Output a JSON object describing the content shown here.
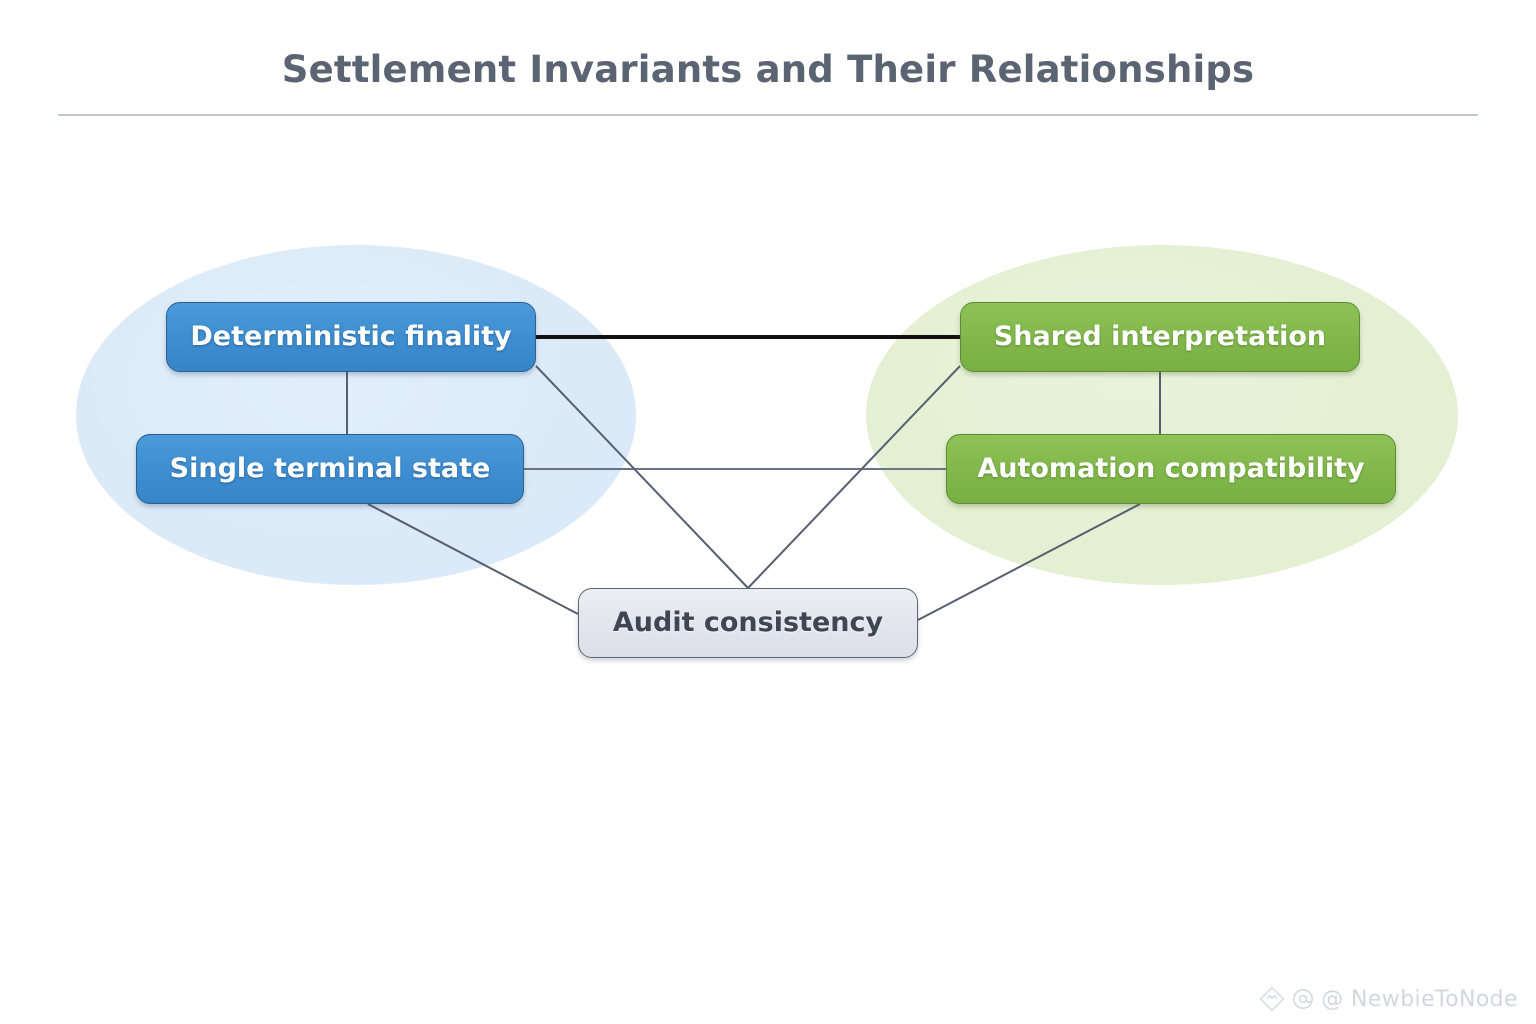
{
  "header": {
    "title": "Settlement Invariants and Their Relationships"
  },
  "clusters": [
    {
      "id": "settlement-cluster",
      "color": "#dceaf8"
    },
    {
      "id": "interoperability-cluster",
      "color": "#e4f0d3"
    }
  ],
  "nodes": [
    {
      "id": "deterministic-finality",
      "label": "Deterministic finality",
      "group": "blue",
      "color": "#3f8fd2"
    },
    {
      "id": "single-terminal-state",
      "label": "Single terminal state",
      "group": "blue",
      "color": "#3f8fd2"
    },
    {
      "id": "shared-interpretation",
      "label": "Shared interpretation",
      "group": "green",
      "color": "#83b94c"
    },
    {
      "id": "automation-compatibility",
      "label": "Automation compatibility",
      "group": "green",
      "color": "#83b94c"
    },
    {
      "id": "audit-consistency",
      "label": "Audit consistency",
      "group": "gray",
      "color": "#e3e6ee"
    }
  ],
  "edges": [
    {
      "from": "deterministic-finality",
      "to": "shared-interpretation",
      "style": "thick",
      "color": "#111111"
    },
    {
      "from": "deterministic-finality",
      "to": "single-terminal-state",
      "style": "thin",
      "color": "#555f70"
    },
    {
      "from": "shared-interpretation",
      "to": "automation-compatibility",
      "style": "thin",
      "color": "#555f70"
    },
    {
      "from": "single-terminal-state",
      "to": "automation-compatibility",
      "style": "thin",
      "color": "#6a7482"
    },
    {
      "from": "deterministic-finality",
      "to": "audit-consistency",
      "style": "thin",
      "color": "#555f70"
    },
    {
      "from": "shared-interpretation",
      "to": "audit-consistency",
      "style": "thin",
      "color": "#555f70"
    },
    {
      "from": "single-terminal-state",
      "to": "audit-consistency",
      "style": "thin",
      "color": "#555f70"
    },
    {
      "from": "automation-compatibility",
      "to": "audit-consistency",
      "style": "thin",
      "color": "#555f70"
    }
  ],
  "watermark": {
    "handle": "@ NewbieToNode",
    "logo_icon": "diamond-logo-icon",
    "at_icon": "at-sign-icon"
  }
}
